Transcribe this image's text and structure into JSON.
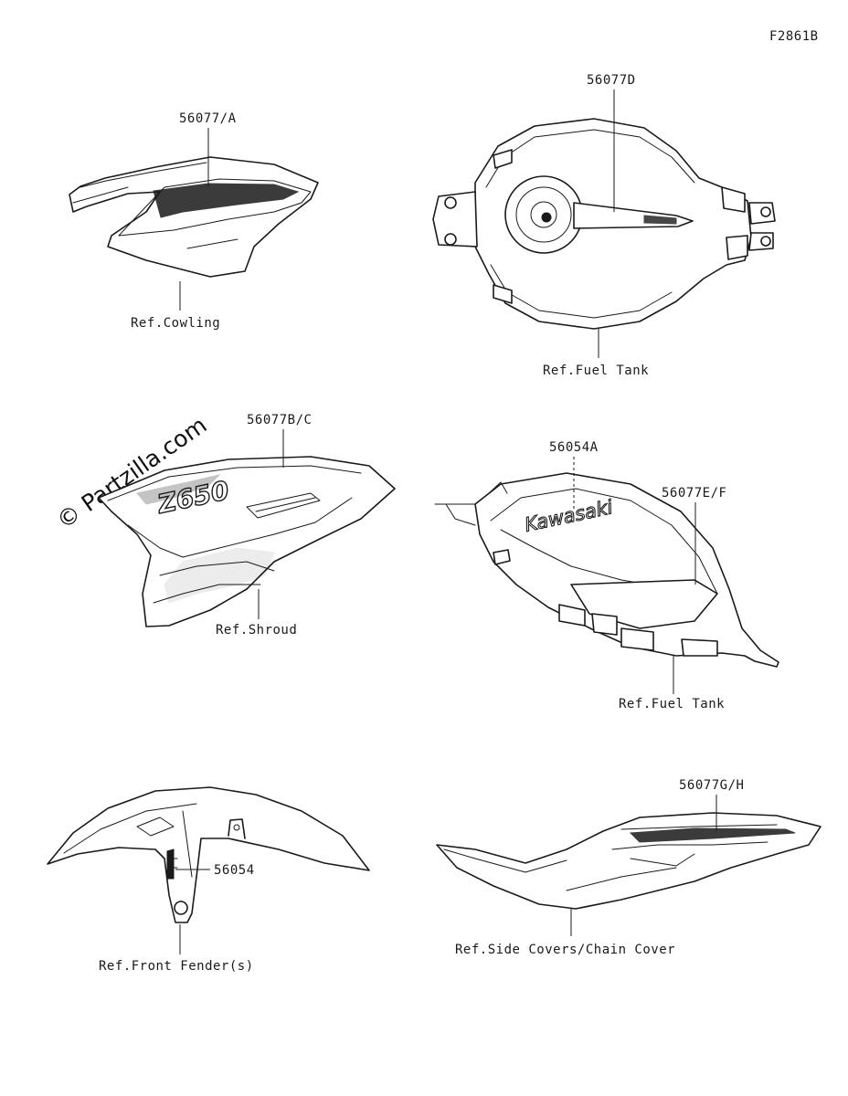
{
  "figure_id": "F2861B",
  "watermark": "© Partzilla.com",
  "callouts": {
    "cowling_part": "56077/A",
    "cowling_ref": "Ref.Cowling",
    "tank_top_part": "56077D",
    "tank_top_ref": "Ref.Fuel Tank",
    "shroud_part": "56077B/C",
    "shroud_ref": "Ref.Shroud",
    "shroud_emblem": "Z650",
    "tank_side_part_1": "56054A",
    "tank_side_part_2": "56077E/F",
    "tank_side_ref": "Ref.Fuel Tank",
    "tank_side_emblem": "Kawasaki",
    "fender_part": "56054",
    "fender_ref": "Ref.Front Fender(s)",
    "side_cover_part": "56077G/H",
    "side_cover_ref": "Ref.Side Covers/Chain Cover"
  }
}
